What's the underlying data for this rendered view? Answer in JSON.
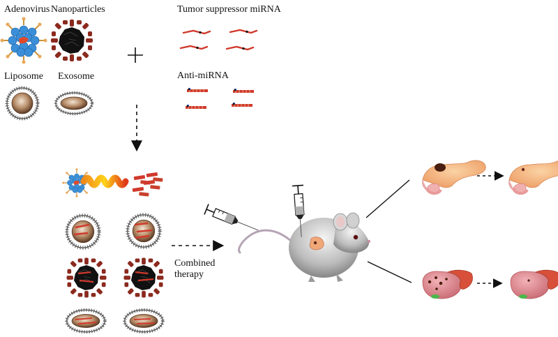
{
  "labels": {
    "adenovirus": "Adenovirus",
    "nanoparticles": "Nanoparticles",
    "liposome": "Liposome",
    "exosome": "Exosome",
    "tumor_suppressor": "Tumor suppressor miRNA",
    "anti_mirna": "Anti-miRNA",
    "combined_line1": "Combined",
    "combined_line2": "therapy"
  },
  "colors": {
    "rna_strand": "#d03a2c",
    "adenovirus_capsid": "#3a8fd8",
    "nanoparticle_core": "#111111",
    "nanoparticle_ligand": "#8b2a1e",
    "vesicle_core": "#a88060",
    "pancreas": "#f0a878",
    "liver": "#d85a4a",
    "mouse": "#b8b8b8"
  }
}
